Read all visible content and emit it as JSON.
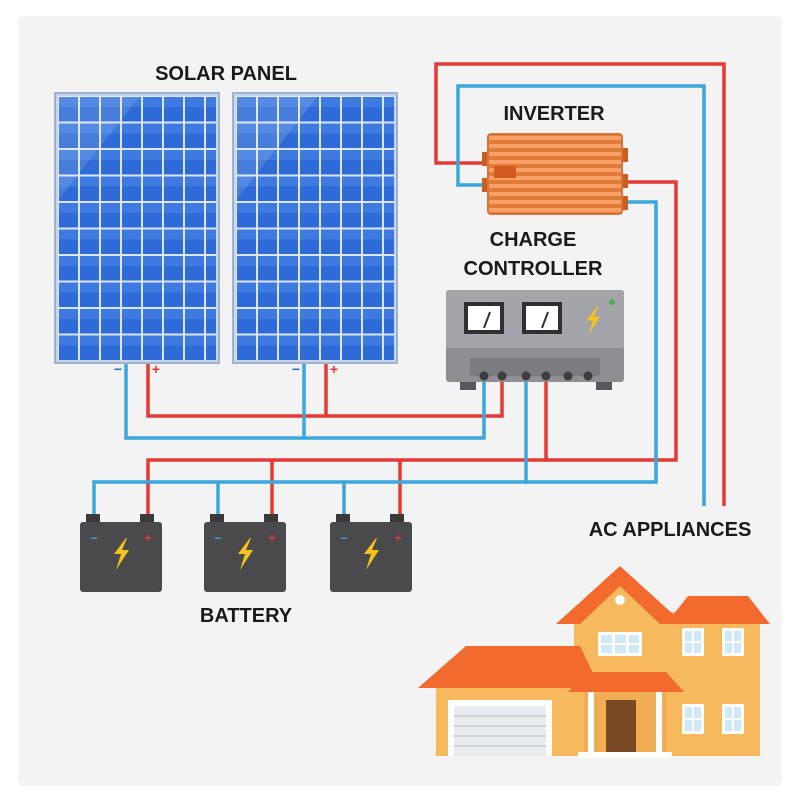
{
  "labels": {
    "solar_panel": "SOLAR PANEL",
    "inverter": "INVERTER",
    "charge_controller_line1": "CHARGE",
    "charge_controller_line2": "CONTROLLER",
    "battery": "BATTERY",
    "ac_appliances": "AC APPLIANCES"
  },
  "terminals": {
    "negative": "−",
    "positive": "+"
  },
  "colors": {
    "background": "#f3f3f3",
    "positive_wire": "#e53935",
    "negative_wire": "#3aa6dd",
    "panel_cell": "#2f6bd8",
    "inverter_body": "#f08d4e",
    "controller_body": "#8d8f94",
    "battery_body": "#4a4a4c",
    "bolt": "#f6c21c",
    "house_wall": "#f6b95d",
    "house_roof": "#f26a2e"
  },
  "icons": [
    "lightning-bolt-icon",
    "gauge-icon",
    "house-icon"
  ]
}
